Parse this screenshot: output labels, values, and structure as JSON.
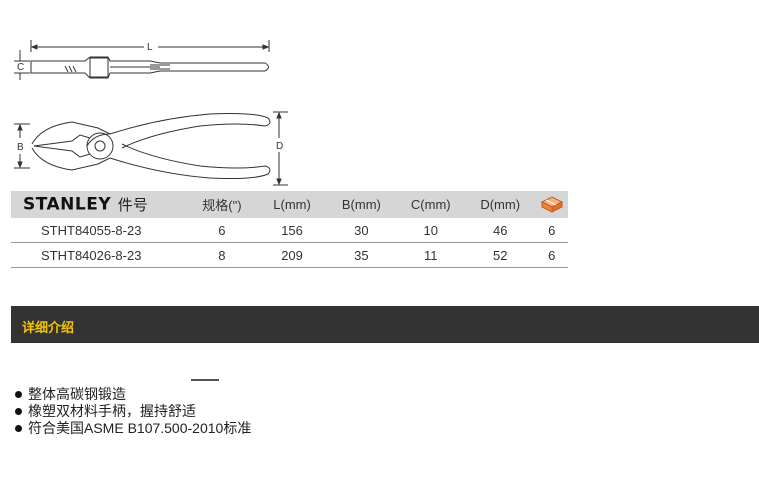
{
  "drawing": {
    "dim_labels": {
      "L": "L",
      "C": "C",
      "B": "B",
      "D": "D"
    }
  },
  "table": {
    "brand_logo": "STANLEY",
    "headers": [
      "件号",
      "规格(\")",
      "L(mm)",
      "B(mm)",
      "C(mm)",
      "D(mm)"
    ],
    "pack_icon": "box-quantity-icon",
    "rows": [
      [
        "STHT84055-8-23",
        "6",
        "156",
        "30",
        "10",
        "46",
        "6"
      ],
      [
        "STHT84026-8-23",
        "8",
        "209",
        "35",
        "11",
        "52",
        "6"
      ]
    ]
  },
  "section": {
    "title": "详细介绍"
  },
  "features": [
    "整体高碳钢锻造",
    "橡塑双材料手柄，握持舒适",
    "符合美国ASME B107.500-2010标准"
  ],
  "colors": {
    "section_bg": "#333333",
    "section_title": "#f5c400",
    "header_bg": "#d6d6d6",
    "icon_orange": "#e8893a"
  }
}
